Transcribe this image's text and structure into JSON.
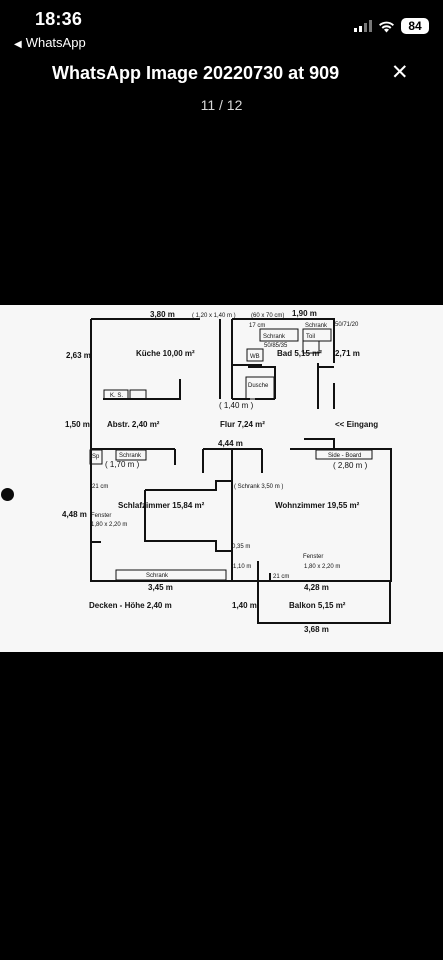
{
  "status_bar": {
    "time": "18:36",
    "back_label": "WhatsApp",
    "back_icon": "back-triangle-icon",
    "battery_level": "84"
  },
  "header": {
    "title": "WhatsApp Image 20220730 at 909",
    "close_icon": "close-icon",
    "counter": "11 / 12"
  },
  "floorplan": {
    "dim_top_left": "3,80 m",
    "dim_window_kitchen": "( 1,20 x 1,40 m )",
    "dim_window_bath": "(60 x 70 cm)",
    "dim_top_right": "1,90 m",
    "dim_17cm": "17 cm",
    "label_schrank_bath": "Schrank",
    "label_schrank_right": "Schrank",
    "label_toil": "Toil",
    "dim_50_71_20": "50/71/20",
    "dim_50_85_35": "50/85/35",
    "dim_2_63": "2,63 m",
    "room_kueche": "Küche 10,00 m²",
    "label_wb": "WB",
    "room_bad": "Bad 5,15 m²",
    "dim_2_71": "2,71 m",
    "label_dusche": "Dusche",
    "label_ks": "K. S.",
    "dim_1_50": "1,50 m",
    "room_abstr": "Abstr. 2,40 m²",
    "dim_1_40_door": "( 1,40 m )",
    "room_flur": "Flur 7,24 m²",
    "label_eingang": "<< Eingang",
    "dim_4_44": "4,44 m",
    "label_sp": "Sp",
    "label_schrank_abstr": "Schrank",
    "dim_1_70": "( 1,70 m )",
    "label_sideboard": "Side - Board",
    "dim_2_80": "( 2,80 m )",
    "dim_21cm_left": "21 cm",
    "label_schrank_350": "( Schrank 3,50 m )",
    "room_schlafzimmer": "Schlafzimmer 15,84 m²",
    "room_wohnzimmer": "Wohnzimmer 19,55 m²",
    "dim_4_48": "4,48 m",
    "label_fenster_left": "Fenster",
    "dim_fenster_left": "1,80 x 2,20 m",
    "dim_0_35": "0,35 m",
    "label_fenster_right": "Fenster",
    "dim_fenster_right": "1,80 x 2,20 m",
    "dim_1_10": "1,10 m",
    "dim_21cm_bottom": "21 cm",
    "label_schrank_bottom": "Schrank",
    "dim_3_45": "3,45 m",
    "dim_4_28": "4,28 m",
    "label_decken": "Decken - Höhe 2,40 m",
    "dim_1_40_balkon": "1,40 m",
    "room_balkon": "Balkon 5,15 m²",
    "dim_3_68": "3,68 m"
  }
}
